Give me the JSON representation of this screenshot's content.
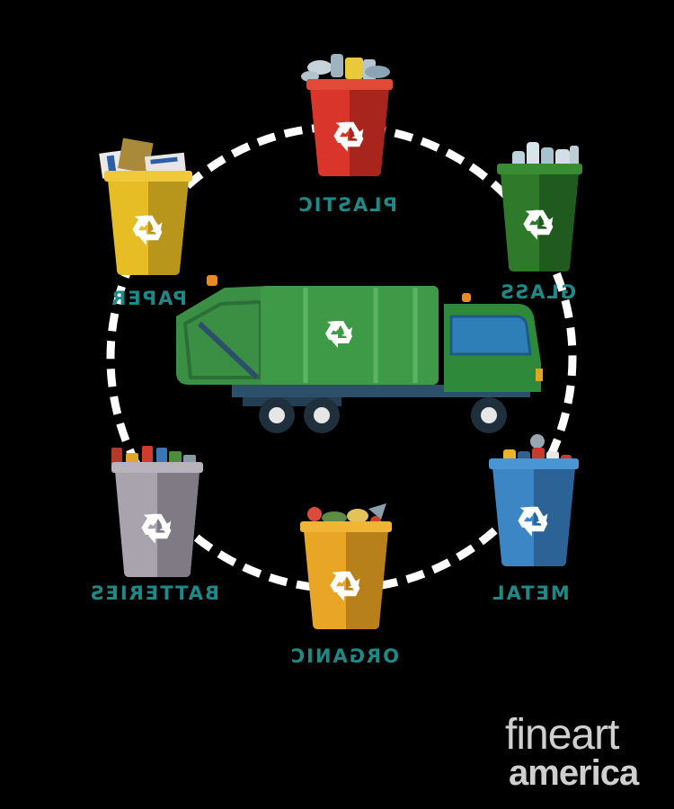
{
  "bins": [
    {
      "id": "plastic",
      "label": "PLASTIC",
      "color": "#d9352a",
      "dark": "#a7251d"
    },
    {
      "id": "glass",
      "label": "GLASS",
      "color": "#2f7a2a",
      "dark": "#215a1e"
    },
    {
      "id": "metal",
      "label": "METAL",
      "color": "#3d86c6",
      "dark": "#2b6396"
    },
    {
      "id": "organic",
      "label": "ORGANIC",
      "color": "#e9a626",
      "dark": "#b8801a"
    },
    {
      "id": "batteries",
      "label": "BATTERIES",
      "color": "#a9a3ad",
      "dark": "#807a84"
    },
    {
      "id": "paper",
      "label": "PAPER",
      "color": "#e6bd25",
      "dark": "#b8961b"
    }
  ],
  "truck": {
    "body_color": "#3f9a48",
    "cab_color": "#2e8a3a",
    "frame_color": "#2c4f6a"
  },
  "watermark": {
    "line1": "fineart",
    "line2": "america"
  },
  "colors": {
    "background": "#000000",
    "label": "#1e8a87",
    "circle": "#ffffff",
    "recycle_symbol": "#ffffff"
  }
}
